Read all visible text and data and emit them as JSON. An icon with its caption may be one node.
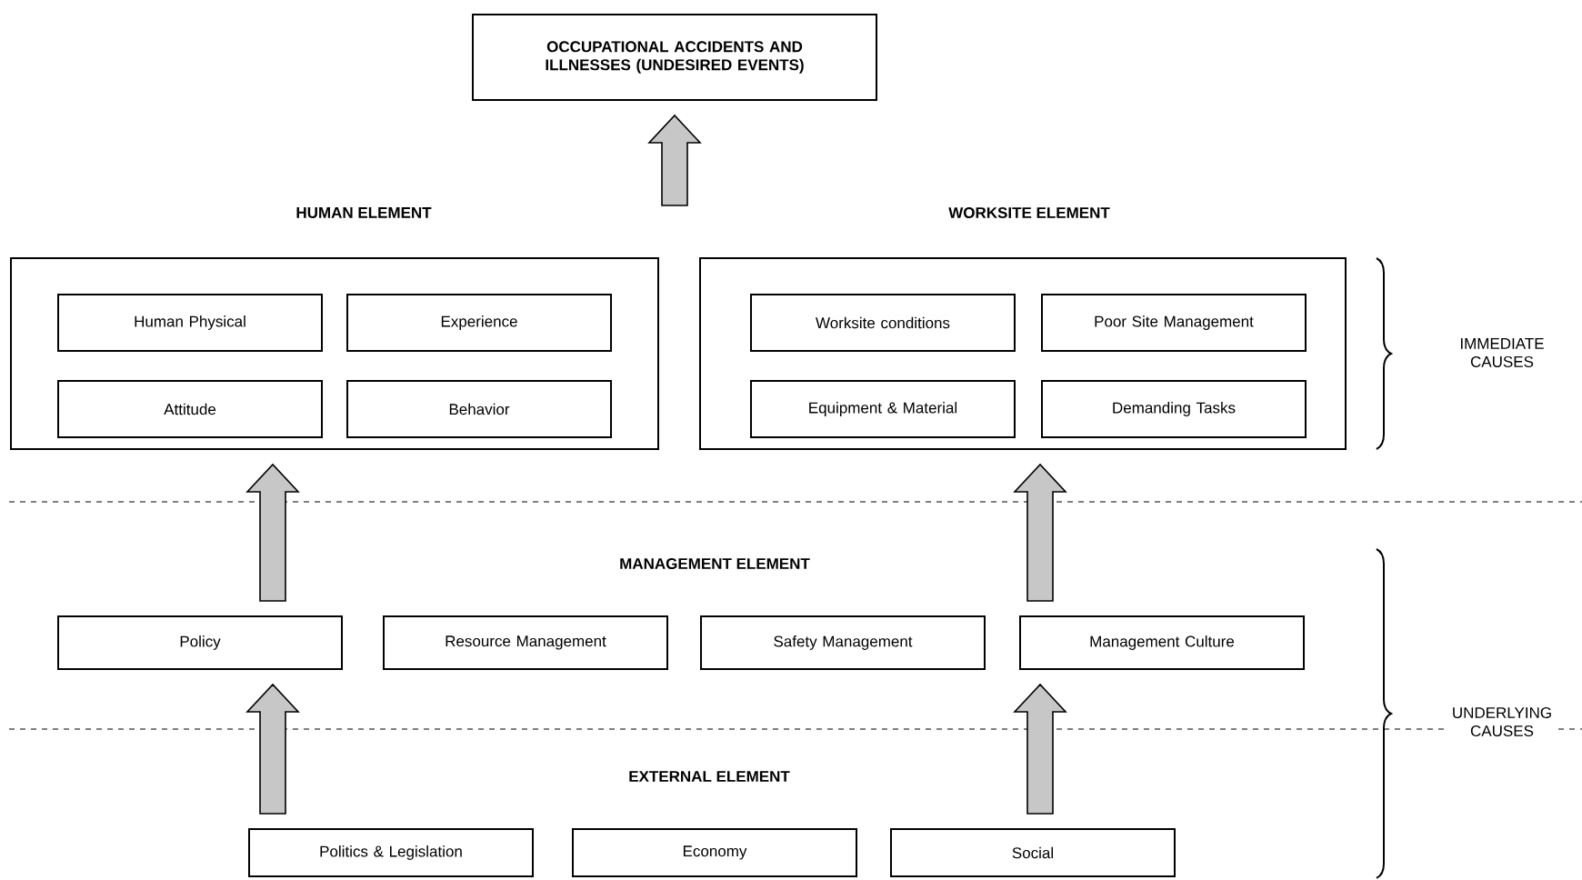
{
  "diagram": {
    "nodes": [
      {
        "text": [
          "OCCUPATIONAL ACCIDENTS AND ILLNESSES (UNDESIRED EVENTS)"
        ]
      },
      {
        "text": [
          "HUMAN ELEMENT"
        ]
      },
      {
        "text": [
          "Human Physical"
        ],
        "in": 1
      },
      {
        "text": [
          "Experience"
        ],
        "in": 1
      },
      {
        "text": [
          "Attitude"
        ],
        "in": 1
      },
      {
        "text": [
          "Behavior"
        ],
        "in": 1
      },
      {
        "text": [
          "WORKSITE ELEMENT"
        ]
      },
      {
        "text": [
          "Worksite conditions"
        ],
        "in": 6
      },
      {
        "text": [
          "Poor Site Management"
        ],
        "in": 6
      },
      {
        "text": [
          "Equipment & Material"
        ],
        "in": 6
      },
      {
        "text": [
          "Demanding Tasks"
        ],
        "in": 6
      },
      {
        "text": [
          "Policy"
        ]
      },
      {
        "text": [
          "Resource Management"
        ]
      },
      {
        "text": [
          "Safety Management"
        ]
      },
      {
        "text": [
          "Management Culture"
        ]
      },
      {
        "text": [
          "Politics & Legislation"
        ]
      },
      {
        "text": [
          "Economy"
        ]
      },
      {
        "text": [
          "Social"
        ]
      }
    ],
    "edges": [
      {
        "from": null,
        "to": 0,
        "arrow": "to"
      },
      {
        "from": 11,
        "to": 1,
        "arrow": "to"
      },
      {
        "from": 14,
        "to": 6,
        "arrow": "to"
      },
      {
        "from": 15,
        "to": 11,
        "arrow": "to"
      },
      {
        "from": 17,
        "to": 14,
        "arrow": "to"
      }
    ],
    "labels": [
      "MANAGEMENT ELEMENT",
      "EXTERNAL ELEMENT",
      "IMMEDIATE CAUSES",
      "UNDERLYING CAUSES"
    ]
  }
}
